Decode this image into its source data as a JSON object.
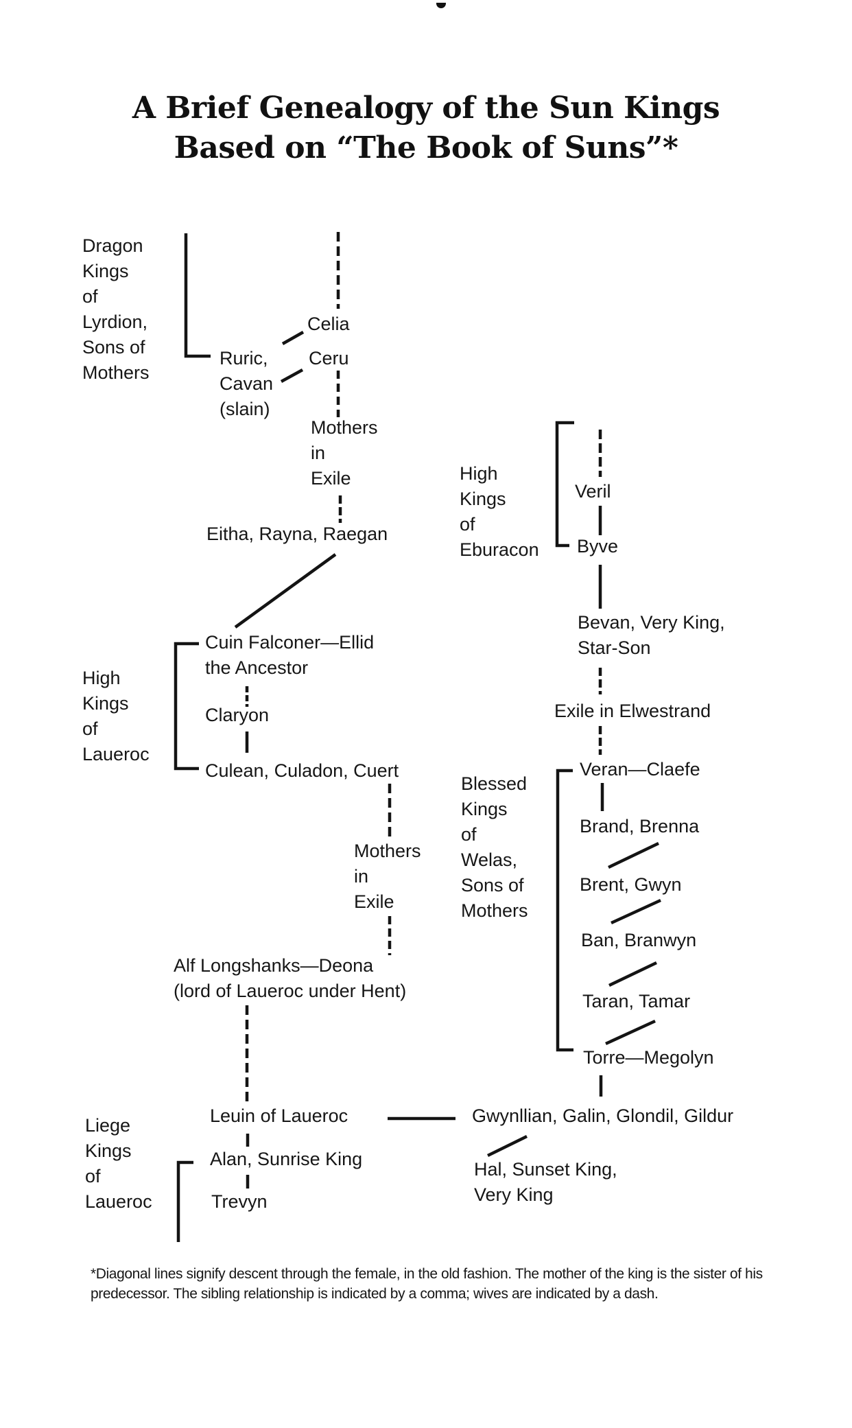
{
  "title": {
    "line1": "A Brief Genealogy of the Sun Kings",
    "line2": "Based on “The Book of Suns”*"
  },
  "dynasty_labels": {
    "dragon_kings": "Dragon\nKings\nof\nLyrdion,\nSons of\nMothers",
    "high_kings_eburacon": "High\nKings\nof\nEburacon",
    "high_kings_laueroc": "High\nKings\nof\nLaueroc",
    "blessed_kings_welas": "Blessed\nKings\nof\nWelas,\nSons of\nMothers",
    "liege_kings_laueroc": "Liege\nKings\nof\nLaueroc"
  },
  "names": {
    "celia": "Celia",
    "ceru": "Ceru",
    "ruric_cavan": "Ruric,\nCavan\n(slain)",
    "mothers_in_exile_1": "Mothers\nin\nExile",
    "eitha_rayna_raegan": "Eitha, Rayna, Raegan",
    "cuin_falconer": "Cuin Falconer—Ellid\nthe Ancestor",
    "claryon": "Claryon",
    "culean_culadon_cuert": "Culean, Culadon, Cuert",
    "mothers_in_exile_2": "Mothers\nin\nExile",
    "alf_longshanks": "Alf Longshanks—Deona\n(lord of Laueroc under Hent)",
    "leuin": "Leuin of Laueroc",
    "alan": "Alan, Sunrise King",
    "trevyn": "Trevyn",
    "veril": "Veril",
    "byve": "Byve",
    "bevan": "Bevan, Very King,\nStar-Son",
    "exile_elwestrand": "Exile in Elwestrand",
    "veran_claefe": "Veran—Claefe",
    "brand_brenna": "Brand, Brenna",
    "brent_gwyn": "Brent, Gwyn",
    "ban_branwyn": "Ban, Branwyn",
    "taran_tamar": "Taran, Tamar",
    "torre_megolyn": "Torre—Megolyn",
    "gwynllian": "Gwynllian, Galin, Glondil, Gildur",
    "hal": "Hal, Sunset King,\nVery King"
  },
  "footnote": "*Diagonal lines signify descent through the female, in the old fashion. The mother of the king is the sister of his predecessor. The sibling relationship is indicated by a comma; wives are indicated by a dash.",
  "colors": {
    "ink": "#141414",
    "paper": "#ffffff"
  }
}
